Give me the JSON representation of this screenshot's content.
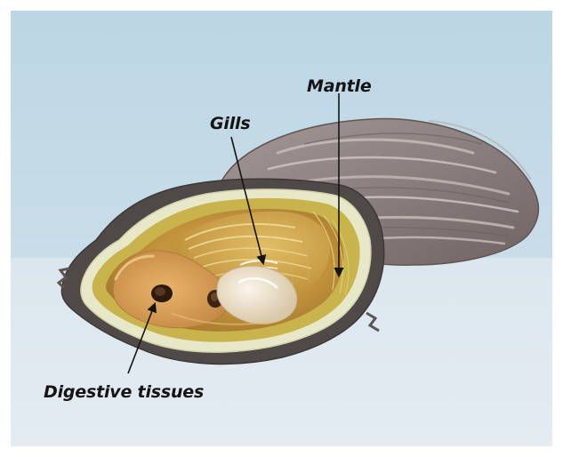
{
  "diagram": {
    "labels": {
      "mantle": "Mantle",
      "gills": "Gills",
      "digestive": "Digestive tissues"
    },
    "colors": {
      "sky": "#bcd7e6",
      "ground": "#dde7ef",
      "shell_outer": "#8a8180",
      "shell_rim": "#55504d",
      "mantle_rim": "#e6e8c8",
      "flesh": "#c69a48",
      "label_text": "#141414"
    }
  }
}
